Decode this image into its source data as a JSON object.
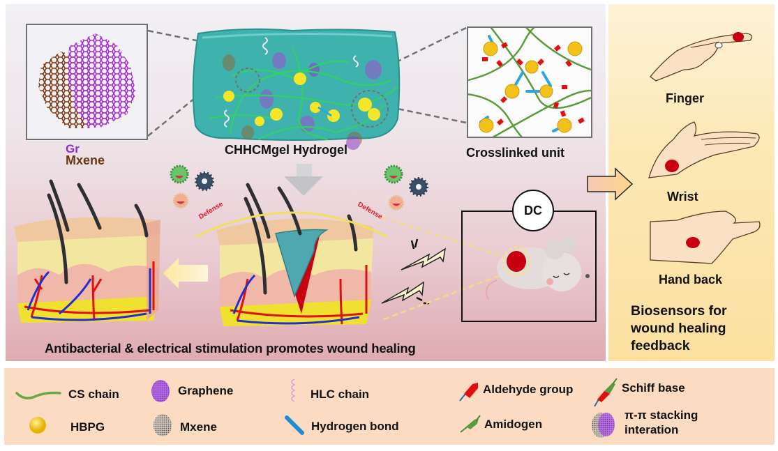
{
  "figure": {
    "title": "CHHCMgel Hydrogel wound healing schematic",
    "colors": {
      "main_bg_top": "#f1f0f4",
      "main_bg_bottom": "#dfabb1",
      "side_bg": "#fce9b6",
      "legend_bg": "#fbdcc3",
      "hydrogel": "#3fa9a7",
      "cs_chain": "#5a9b3e",
      "hbpg": "#f2c21a",
      "graphene": "#9b3fd0",
      "mxene": "#7a3b12",
      "aldehyde": "#e01010",
      "hydrogen_bond": "#2aa7e0",
      "defense": "#e0202a",
      "wound": "#c80010"
    }
  },
  "material": {
    "gr_label": "Gr",
    "mxene_label": "Mxene"
  },
  "hydrogel": {
    "label": "CHHCMgel Hydrogel"
  },
  "crosslink": {
    "label": "Crosslinked unit"
  },
  "skin": {
    "defense_left": "Defense",
    "defense_right": "Defense"
  },
  "stimulation": {
    "dc_label": "DC"
  },
  "main_caption": "Antibacterial & electrical stimulation promotes wound healing",
  "biosensors": {
    "sites": [
      {
        "label": "Finger"
      },
      {
        "label": "Wrist"
      },
      {
        "label": "Hand back"
      }
    ],
    "caption_lines": [
      "Biosensors for",
      "wound healing",
      "feedback"
    ]
  },
  "legend": {
    "items": [
      {
        "label": "CS chain",
        "icon": "cs-chain-icon"
      },
      {
        "label": "HBPG",
        "icon": "hbpg-sphere-icon"
      },
      {
        "label": "Graphene",
        "icon": "graphene-icon"
      },
      {
        "label": "Mxene",
        "icon": "mxene-icon"
      },
      {
        "label": "HLC chain",
        "icon": "hlc-chain-icon"
      },
      {
        "label": "Hydrogen bond",
        "icon": "hydrogen-bond-icon"
      },
      {
        "label": "Aldehyde group",
        "icon": "aldehyde-group-icon"
      },
      {
        "label": "Amidogen",
        "icon": "amidogen-icon"
      },
      {
        "label": "Schiff base",
        "icon": "schiff-base-icon"
      },
      {
        "label_line1": "π-π stacking",
        "label_line2": "interation",
        "icon": "pi-stacking-icon"
      }
    ]
  }
}
